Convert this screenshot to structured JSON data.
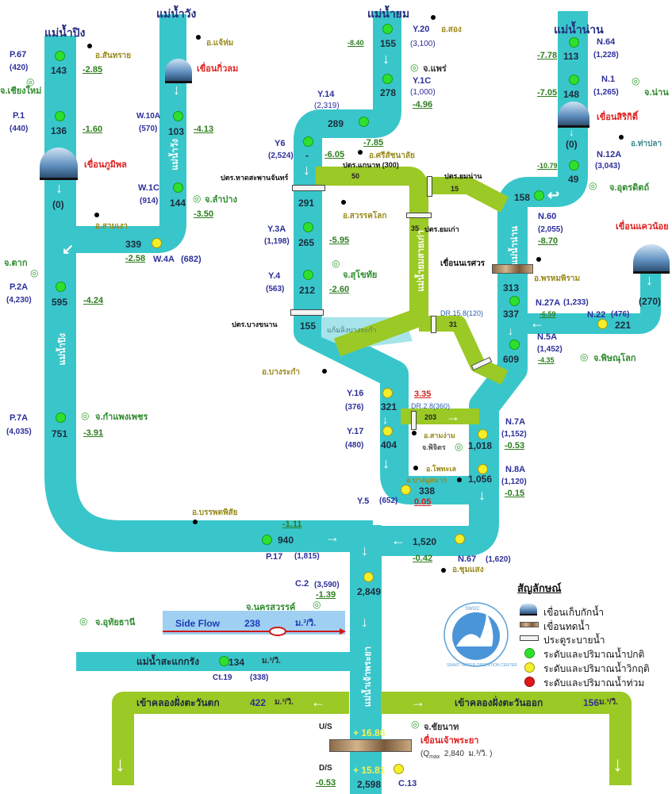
{
  "rivers": {
    "ping": "แม่น้ำปิง",
    "wang": "แม่น้ำวัง",
    "yom": "แม่น้ำยม",
    "nan": "แม่น้ำน่าน",
    "ping_v": "แม่น้ำปิง",
    "wang_v": "แม่น้ำวัง",
    "nan_v": "แม่น้ำน่าน",
    "yom_old_v": "แม่น้ำยมสายเก่า",
    "chao_v": "แม่น้ำเจ้าพระยา",
    "sakae": "แม่น้ำสะแกกรัง"
  },
  "stations": {
    "p67": {
      "code": "P.67",
      "cap": "(420)",
      "flow": "143",
      "level": "-2.85"
    },
    "p1": {
      "code": "P.1",
      "cap": "(440)",
      "flow": "136",
      "level": "-1.60"
    },
    "bhumibol_out": "(0)",
    "w10a": {
      "code": "W.10A",
      "cap": "(570)",
      "flow": "103",
      "level": "-4.13"
    },
    "w1c": {
      "code": "W.1C",
      "cap": "(914)",
      "flow": "144",
      "level": "-3.50"
    },
    "w4a": {
      "code": "W.4A",
      "cap": "(682)",
      "flow": "339",
      "level": "-2.58"
    },
    "p2a": {
      "code": "P.2A",
      "cap": "(4,230)",
      "flow": "595",
      "level": "-4.24"
    },
    "p7a": {
      "code": "P.7A",
      "cap": "(4,035)",
      "flow": "751",
      "level": "-3.91"
    },
    "p17": {
      "code": "P.17",
      "cap": "(1,815)",
      "flow": "940",
      "level": "-1.11"
    },
    "y20": {
      "code": "Y.20",
      "cap": "(3,100)",
      "flow": "155",
      "level": "-8.40"
    },
    "y1c": {
      "code": "Y.1C",
      "cap": "(1,000)",
      "flow": "278",
      "level": "-4.96"
    },
    "y14": {
      "code": "Y.14",
      "cap": "(2,319)",
      "flow": "289",
      "level": "-7.85"
    },
    "y6": {
      "code": "Y6",
      "cap": "(2,524)",
      "flow": "-",
      "level": "-6.05"
    },
    "hat_sapan_flow": "291",
    "y3a": {
      "code": "Y.3A",
      "cap": "(1,198)",
      "flow": "265",
      "level": "-5.95"
    },
    "y4": {
      "code": "Y.4",
      "cap": "(563)",
      "flow": "212",
      "level": "-2.60"
    },
    "bang_khanan_flow": "155",
    "y16": {
      "code": "Y.16",
      "cap": "(376)",
      "flow": "321",
      "level": "3.35"
    },
    "y17": {
      "code": "Y.17",
      "cap": "(480)",
      "flow": "404"
    },
    "y5": {
      "code": "Y.5",
      "cap": "(652)",
      "flow": "338",
      "level": "0.05"
    },
    "n64": {
      "code": "N.64",
      "cap": "(1,228)",
      "flow": "113",
      "level": "-7.78"
    },
    "n1": {
      "code": "N.1",
      "cap": "(1,265)",
      "flow": "148",
      "level": "-7.05"
    },
    "sirikit_out": "(0)",
    "n12a": {
      "code": "N.12A",
      "cap": "(3,043)",
      "flow": "49",
      "level": "-10.79"
    },
    "n60": {
      "code": "N.60",
      "cap": "(2,055)",
      "flow": "158",
      "level": "-8.70"
    },
    "naresuan_flow": "313",
    "n27a": {
      "code": "N.27A",
      "cap": "(1,233)",
      "flow": "337",
      "level": "-6.59"
    },
    "kwae_noi_out": "(270)",
    "n22": {
      "code": "N.22",
      "cap": "(476)",
      "flow": "221"
    },
    "n5a": {
      "code": "N.5A",
      "cap": "(1,452)",
      "flow": "609",
      "level": "-4.35"
    },
    "n7a": {
      "code": "N.7A",
      "cap": "(1,152)",
      "flow": "1,018",
      "level": "-0.53"
    },
    "n8a": {
      "code": "N.8A",
      "cap": "(1,120)",
      "flow": "1,056",
      "level": "-0.15"
    },
    "n67": {
      "code": "N.67",
      "cap": "(1,620)",
      "flow": "1,520",
      "level": "-0.42"
    },
    "c2": {
      "code": "C.2",
      "cap": "(3,590)",
      "flow": "2,849",
      "level": "-1.39"
    },
    "ct19": {
      "code": "Ct.19",
      "cap": "(338)",
      "flow": "134",
      "unit": "ม.³/วิ."
    },
    "c13": {
      "code": "C.13",
      "flow": "2,598",
      "us": "U/S",
      "ds": "D/S",
      "us_level": "+ 16.86",
      "ds_level": "+ 15.81",
      "level": "-0.53"
    }
  },
  "canals": {
    "kaenat": "ปตร.แกนาท (300)",
    "kaenat_flow": "50",
    "yom_nan": "ปตร.ยมน่าน",
    "yom_nan_flow": "15",
    "yom_kao": "ปตร.ยมเก่า",
    "yom_kao_flow": "35",
    "hat_sapan": "ปตร.หาดสะพานจันทร์",
    "bang_khanan": "ปตร.บางขนาน",
    "bang_rakam_lake": "แก้มลิงบางระกำ",
    "dr158": "DR.15.8(120)",
    "dr158_flow": "31",
    "dr28": "DR.2.8(360)",
    "dr28_flow": "203"
  },
  "dams": {
    "bhumibol": "เขื่อนภูมิพล",
    "kiwlom": "เขื่อนกิ่วลม",
    "sirikit": "เขื่อนสิริกิติ์",
    "kwae_noi": "เขื่อนแควน้อย",
    "naresuan": "เขื่อนนเรศวร",
    "chao_phraya": "เขื่อนเจ้าพระยา",
    "qmax_prefix": "(Q",
    "qmax_sub": "max",
    "qmax_value": "2,840",
    "qmax_unit": "ม.³/วิ. )"
  },
  "places": {
    "san_sai": "อ.สันทราย",
    "chiang_mai": "จ.เชียงใหม่",
    "chae_hom": "อ.แจ้ห่ม",
    "lampang": "จ.ลำปาง",
    "sam_ngao": "อ.สามเงา",
    "tak": "จ.ตาก",
    "kamphaeng": "จ.กำแพงเพชร",
    "banphot": "อ.บรรพตพิสัย",
    "nakhon_sawan": "จ.นครสวรรค์",
    "uthai": "จ.อุทัยธานี",
    "song": "อ.สอง",
    "phrae": "จ.แพร่",
    "si_satchanalai": "อ.ศรีสัชนาลัย",
    "sawankhalok": "อ.สวรรคโลก",
    "sukhothai": "จ.สุโขทัย",
    "bang_rakam": "อ.บางระกำ",
    "sam_ngam": "อ.สามง่าม",
    "phichit": "จ.พิจิตร",
    "pho_thale": "อ.โพทะเล",
    "bang_mun_nak": "อ.บางมูลนาก",
    "chum_saeng": "อ.ชุมแสง",
    "nan": "จ.น่าน",
    "tha_pla": "อ.ท่าปลา",
    "uttaradit": "จ.อุตรดิตถ์",
    "phrom_phiram": "อ.พรหมพิราม",
    "phitsanulok": "จ.พิษณุโลก",
    "chai_nat": "จ.ชัยนาท"
  },
  "side_flow": {
    "label": "Side Flow",
    "value": "238",
    "unit": "ม.³/วิ."
  },
  "diversions": {
    "west": {
      "label": "เข้าคลองฝั่งตะวันตก",
      "value": "422",
      "unit": "ม.³/วิ."
    },
    "east": {
      "label": "เข้าคลองฝั่งตะวันออก",
      "value": "156",
      "unit": "ม.³/วิ."
    }
  },
  "legend": {
    "title": "สัญลักษณ์",
    "items": [
      "เขื่อนเก็บกักน้ำ",
      "เขื่อนทดน้ำ",
      "ประตูระบายน้ำ",
      "ระดับและปริมาณน้ำปกติ",
      "ระดับและปริมาณน้ำวิกฤติ",
      "ระดับและปริมาณน้ำท่วม"
    ]
  },
  "logo": {
    "text": "SMART WATER OPERATION CENTER",
    "abbr": "SWOC"
  },
  "colors": {
    "river": "#39c6cb",
    "canal": "#9bc925",
    "normal": "#2ee02e",
    "critical": "#f5ee2a",
    "flood": "#e01818"
  }
}
